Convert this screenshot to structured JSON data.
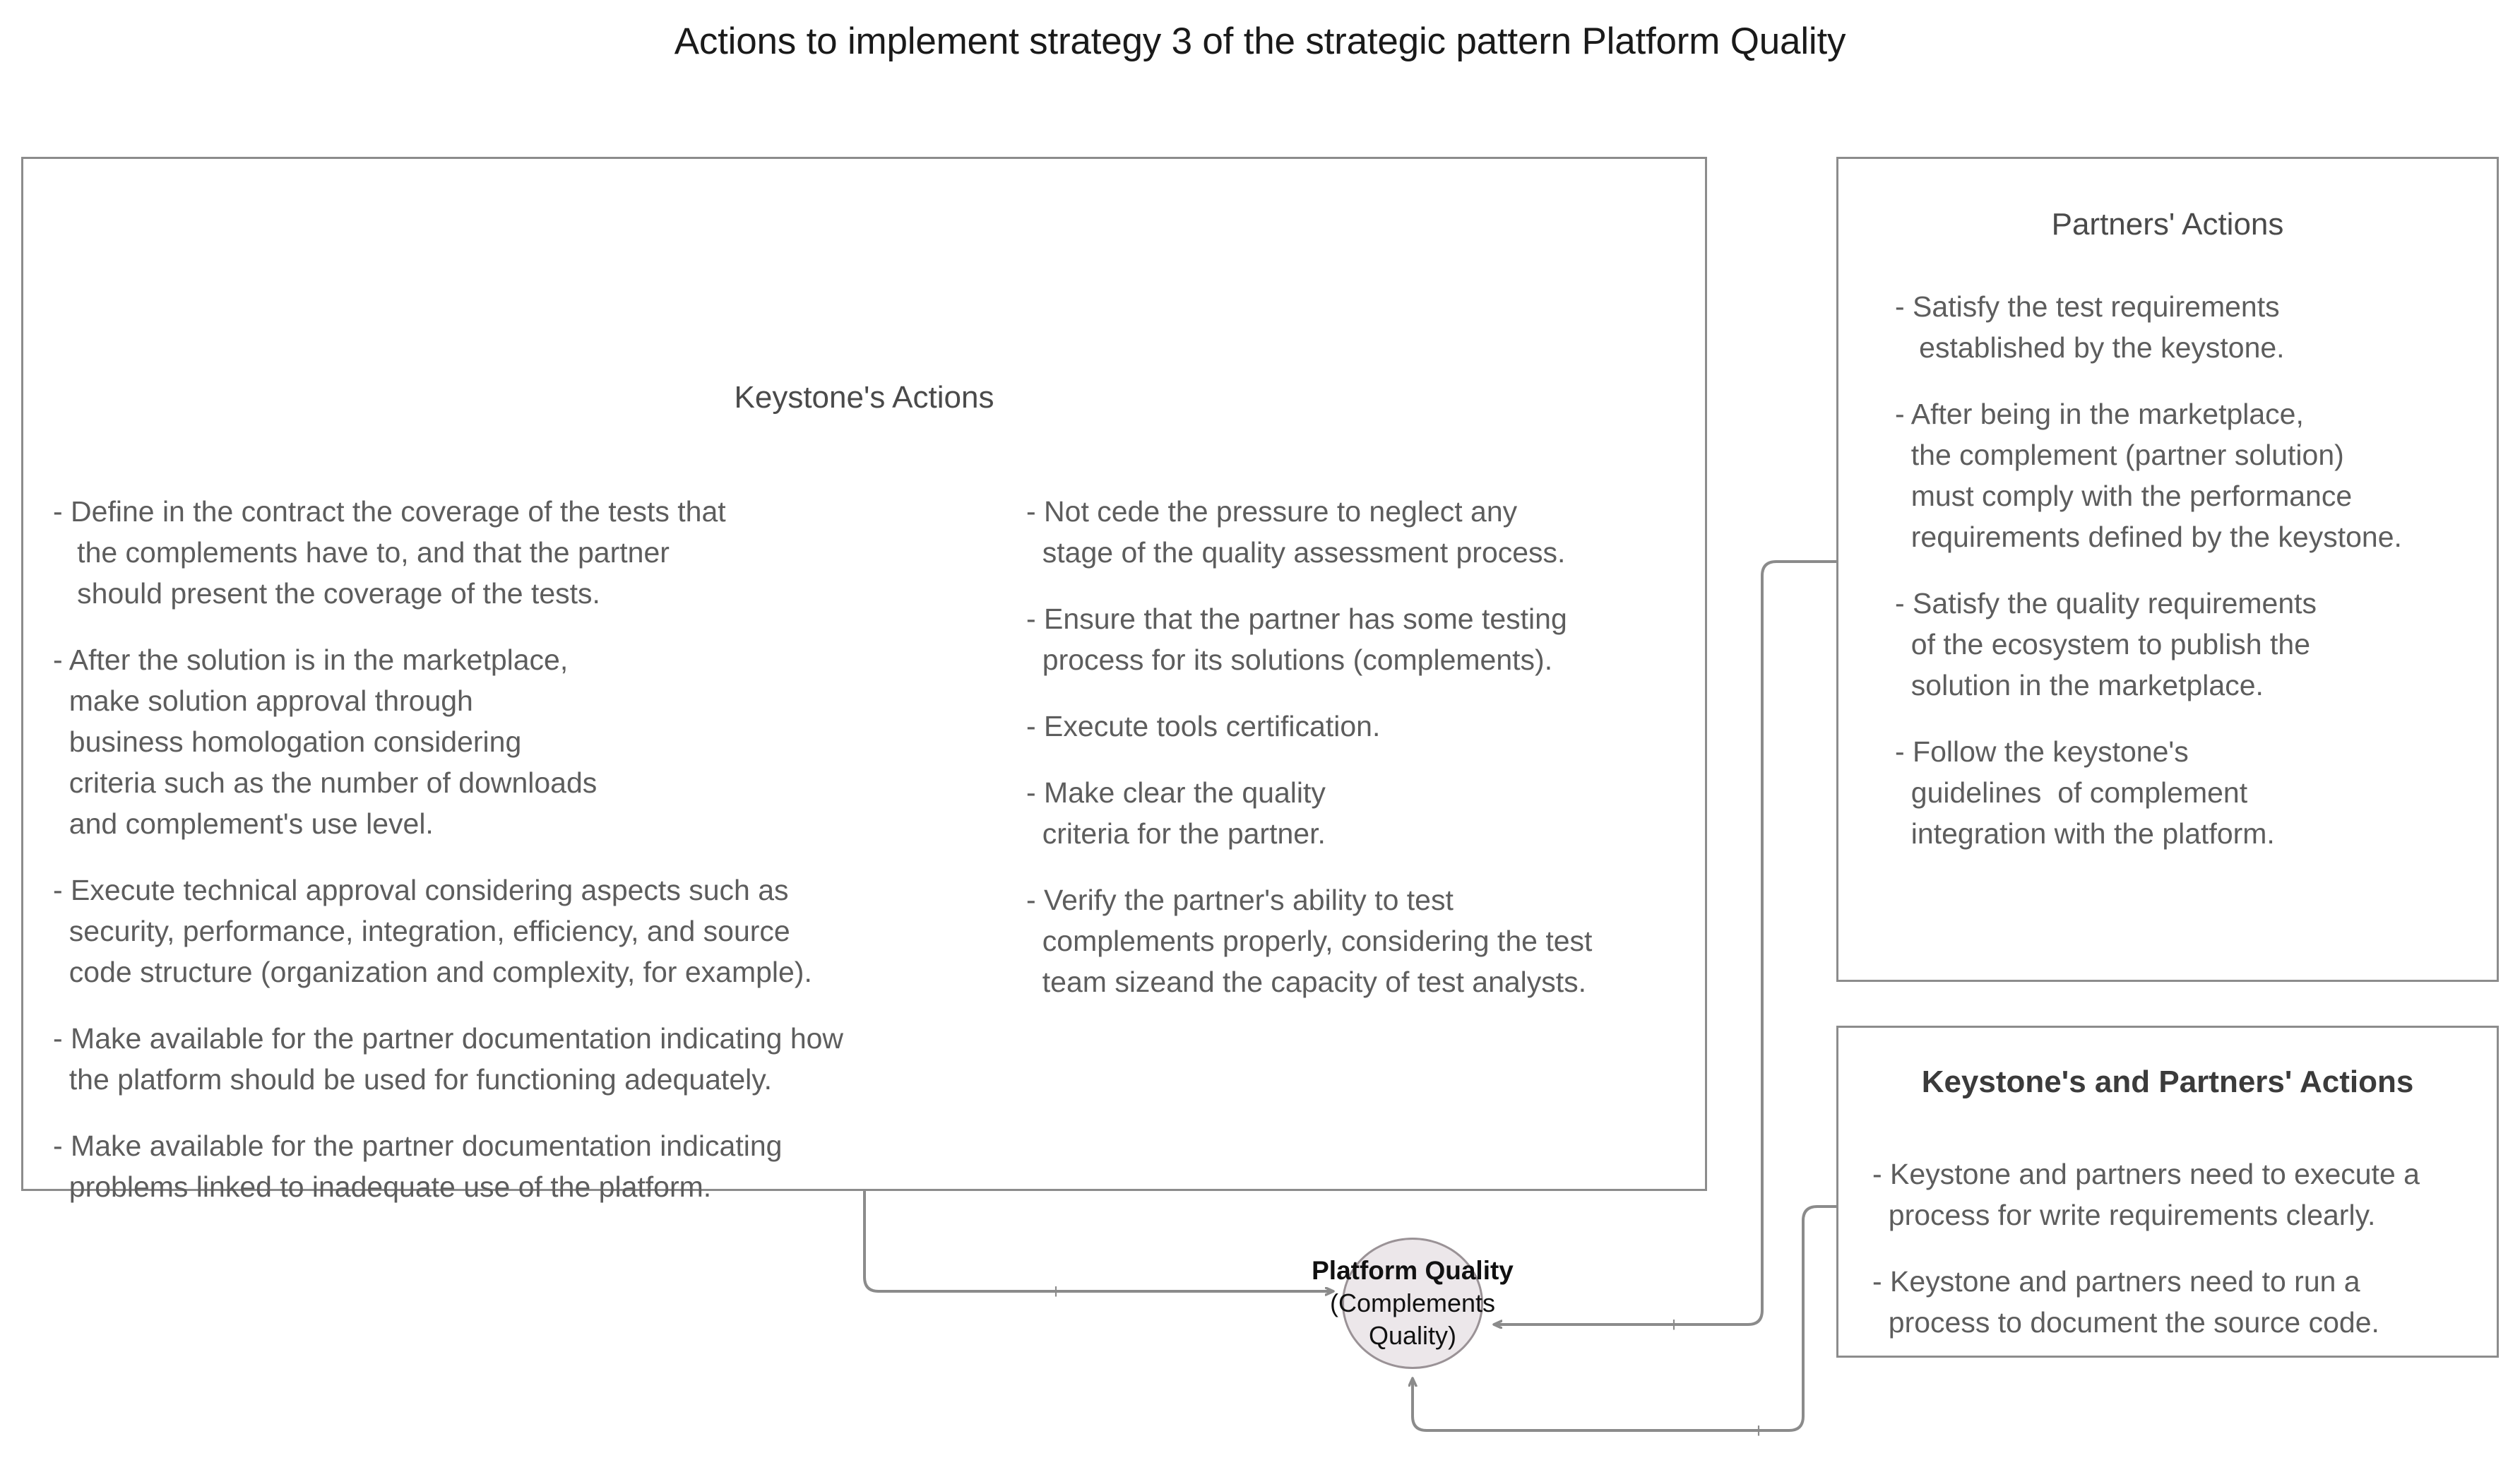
{
  "title": "Actions to implement strategy 3 of the strategic pattern Platform Quality",
  "keystone_box": {
    "heading": "Keystone's Actions",
    "left_column": [
      "- Define in the contract the coverage of the tests that\n   the complements have to, and that the partner\n   should present the coverage of the tests.",
      "- After the solution is in the marketplace,\n  make solution approval through\n  business homologation considering\n  criteria such as the number of downloads\n  and complement's use level.",
      "- Execute technical approval considering aspects such as\n  security, performance, integration, efficiency, and source\n  code structure (organization and complexity, for example).",
      "- Make available for the partner documentation indicating how\n  the platform should be used for functioning adequately.",
      "- Make available for the partner documentation indicating\n  problems linked to inadequate use of the platform."
    ],
    "right_column": [
      "- Not cede the pressure to neglect any\n  stage of the quality assessment process.",
      "- Ensure that the partner has some testing\n  process for its solutions (complements).",
      "- Execute tools certification.",
      "- Make clear the quality\n  criteria for the partner.",
      "- Verify the partner's ability to test\n  complements properly, considering the test\n  team sizeand the capacity of test analysts."
    ]
  },
  "partners_box": {
    "heading": "Partners' Actions",
    "items": [
      "- Satisfy the test requirements\n   established by the keystone.",
      "- After being in the marketplace,\n  the complement (partner solution)\n  must comply with the performance\n  requirements defined by the keystone.",
      "- Satisfy the quality requirements\n  of the ecosystem to publish the\n  solution in the marketplace.",
      "- Follow the keystone's\n  guidelines  of complement\n  integration with the platform."
    ]
  },
  "shared_box": {
    "heading": "Keystone's and Partners' Actions",
    "items": [
      "- Keystone and partners need to execute a\n  process for write requirements clearly.",
      "- Keystone and partners need to run a\n  process to document the source code."
    ]
  },
  "central_node": {
    "title": "Platform Quality",
    "subtitle_line1": "(Complements",
    "subtitle_line2": "Quality)"
  },
  "edges": [
    {
      "from": "keystone_box",
      "to": "central_node",
      "polarity": "+"
    },
    {
      "from": "partners_box",
      "to": "central_node",
      "polarity": "+"
    },
    {
      "from": "shared_box",
      "to": "central_node",
      "polarity": "+"
    }
  ],
  "colors": {
    "box_border": "#8c8c8c",
    "node_fill": "#ece7ea",
    "node_border": "#9a9296",
    "edge_stroke": "#8b8b8b",
    "body_text": "#5d5d5d",
    "title_text": "#1a1a1a"
  }
}
